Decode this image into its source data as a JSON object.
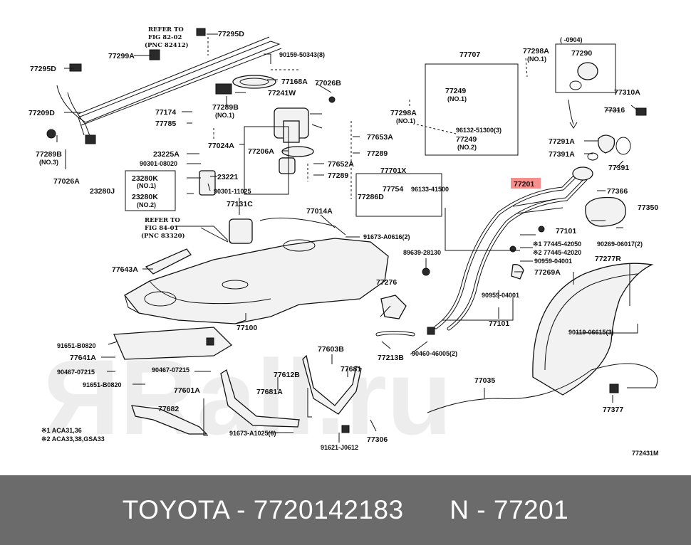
{
  "watermark": "ЯRall.ru",
  "highlight": {
    "part_number": "77201",
    "color": "#ef5350"
  },
  "labels": {
    "refer_82": [
      "REFER TO",
      "FIG 82-02",
      "(PNC 82412)"
    ],
    "refer_84": [
      "REFER TO",
      "FIG 84-01",
      "(PNC 83320)"
    ],
    "p77295D_top": "77295D",
    "p77299A": "77299A",
    "p77295D_left": "77295D",
    "p90159": "90159-50343(8)",
    "p77168A": "77168A",
    "p77026B": "77026B",
    "p77241W": "77241W",
    "p77209D": "77209D",
    "p77174": "77174",
    "p77785": "77785",
    "p77289B_no1": "77289B",
    "no1_a": "(NO.1)",
    "p77289B_no3": "77289B",
    "no3": "(NO.3)",
    "p77026A": "77026A",
    "p77024A": "77024A",
    "p77206A": "77206A",
    "p77653A": "77653A",
    "p77289_a": "77289",
    "p77652A": "77652A",
    "p77289_b": "77289",
    "p23225A": "23225A",
    "p90301_08020": "90301-08020",
    "p23280K_1": "23280K",
    "no1_b": "(NO.1)",
    "p23280K_2": "23280K",
    "no2_a": "(NO.2)",
    "p23280J": "23280J",
    "p23221": "23221",
    "p90301_11025": "90301-11025",
    "p77131C": "77131C",
    "p77014A": "77014A",
    "p91673_A0616": "91673-A0616(2)",
    "p77707": "77707",
    "p77249_1": "77249",
    "no1_c": "(NO.1)",
    "p77298A_mid": "77298A",
    "no1_d": "(NO.1)",
    "p96132": "96132-51300(3)",
    "p77249_2": "77249",
    "no2_b": "(NO.2)",
    "p77298A_top": "77298A",
    "no1_e": "(NO.1)",
    "p0904": "(      -0904)",
    "p77290": "77290",
    "p77310A": "77310A",
    "p77316": "77316",
    "p77291A": "77291A",
    "p77391A": "77391A",
    "p77391": "77391",
    "p77701X": "77701X",
    "p77754": "77754",
    "p96133": "96133-41500",
    "p77286D": "77286D",
    "p77201": "77201",
    "p77366": "77366",
    "p77350": "77350",
    "p77101_top": "77101",
    "p77445_42050": "※1 77445-42050",
    "p77445_42020": "※2 77445-42020",
    "p90269": "90269-06017(2)",
    "p89639": "89639-28130",
    "p90959_top": "90959-04001",
    "p77269A": "77269A",
    "p77277R": "77277R",
    "p77643A": "77643A",
    "p77276": "77276",
    "p90959_bot": "90959-04001",
    "p77101_bot": "77101",
    "p90119": "90119-06615(3)",
    "p77100": "77100",
    "p91651_top": "91651-B0820",
    "p77641A": "77641A",
    "p90467_left": "90467-07215",
    "p90467_right": "90467-07215",
    "p91651_bot": "91651-B0820",
    "p77603B": "77603B",
    "p77681": "77681",
    "p77213B": "77213B",
    "p90460": "90460-46005(2)",
    "p77612B": "77612B",
    "p77681A": "77681A",
    "p77601A": "77601A",
    "p77682": "77682",
    "p77035": "77035",
    "p91673_A1025": "91673-A1025(6)",
    "p77306": "77306",
    "p91621": "91621-J0612",
    "p77377": "77377",
    "note1": "※1 ACA31,36",
    "note2": "※2 ACA33,38,GSA33",
    "diagram_id": "772431M"
  },
  "footer": {
    "brand": "TOYOTA",
    "sep1": " - ",
    "article": "7720142183",
    "gap": "      ",
    "n_label": "N",
    "sep2": " - ",
    "part": "77201"
  }
}
